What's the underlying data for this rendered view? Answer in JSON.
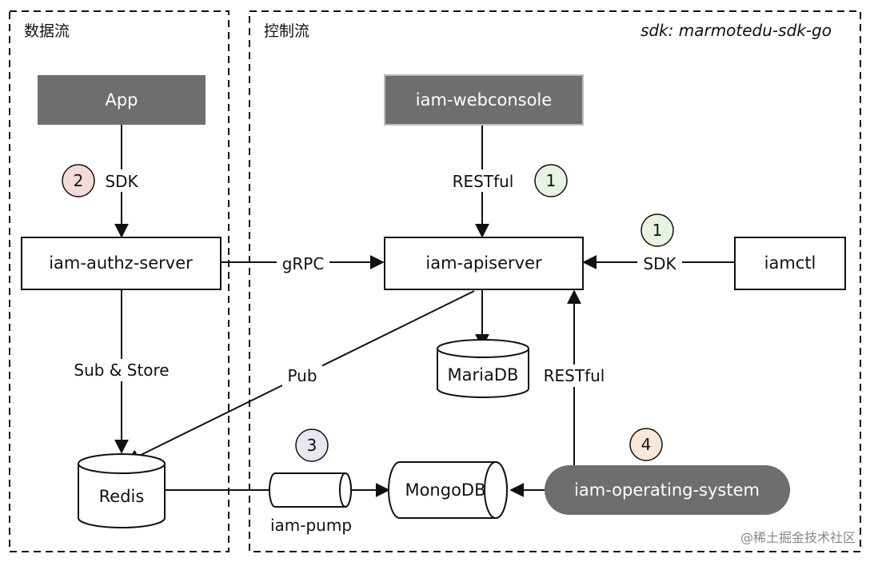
{
  "sections": {
    "data_flow": "数据流",
    "control_flow": "控制流",
    "sdk_note": "sdk: marmotedu-sdk-go"
  },
  "nodes": {
    "app": "App",
    "webconsole": "iam-webconsole",
    "authz": "iam-authz-server",
    "apiserver": "iam-apiserver",
    "iamctl": "iamctl",
    "mariadb": "MariaDB",
    "redis": "Redis",
    "mongodb": "MongoDB",
    "pump": "iam-pump",
    "operating": "iam-operating-system"
  },
  "edges": {
    "app_authz": "SDK",
    "webconsole_api": "RESTful",
    "authz_api": "gRPC",
    "iamctl_api": "SDK",
    "authz_redis": "Sub & Store",
    "api_redis": "Pub",
    "operating_api": "RESTful"
  },
  "steps": {
    "s1a": "1",
    "s1b": "1",
    "s2": "2",
    "s3": "3",
    "s4": "4"
  },
  "colors": {
    "dark_box": "#6e6e6e",
    "step1": "#e8f3e0",
    "step2": "#f3dcd8",
    "step3": "#ebe7f2",
    "step4": "#fbe8d8"
  },
  "watermark": "@稀土掘金技术社区"
}
